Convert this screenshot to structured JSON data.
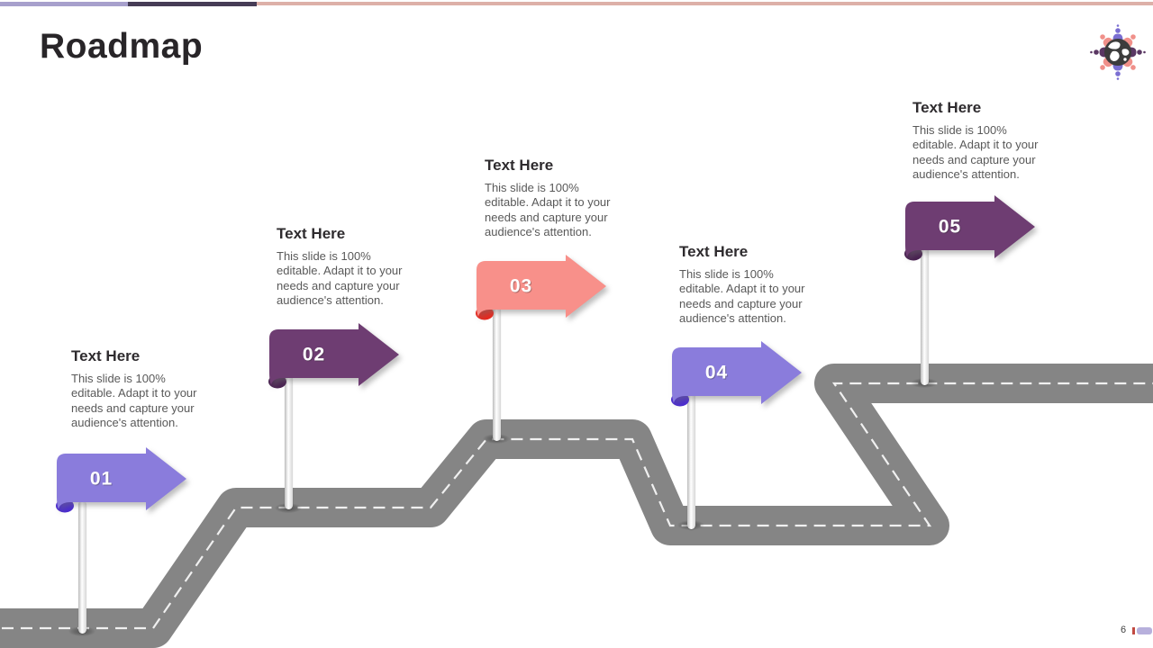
{
  "slide": {
    "title": "Roadmap"
  },
  "top_bar": {
    "segments": [
      {
        "name": "accent-left",
        "color": "#A7A0CC"
      },
      {
        "name": "accent-middle",
        "color": "#463C56"
      },
      {
        "name": "accent-right",
        "color": "#DDB0A8"
      }
    ]
  },
  "road": {
    "color": "#858585",
    "dash_color": "#F0F0F0"
  },
  "milestones": [
    {
      "number": "01",
      "heading": "Text Here",
      "description": "This slide is 100% editable. Adapt it to your needs and capture your audience's attention.",
      "arrow_color": "#8A7CDC",
      "fold_color": "#4A2BD0"
    },
    {
      "number": "02",
      "heading": "Text Here",
      "description": "This slide is 100% editable. Adapt it to your needs and capture your audience's attention.",
      "arrow_color": "#6E3D72",
      "fold_color": "#482050"
    },
    {
      "number": "03",
      "heading": "Text Here",
      "description": "This slide is 100% editable. Adapt it to your needs and capture your audience's attention.",
      "arrow_color": "#F8908A",
      "fold_color": "#E8281E"
    },
    {
      "number": "04",
      "heading": "Text Here",
      "description": "This slide is 100% editable. Adapt it to your needs and capture your audience's attention.",
      "arrow_color": "#8A7CDC",
      "fold_color": "#4A2BD0"
    },
    {
      "number": "05",
      "heading": "Text Here",
      "description": "This slide is 100% editable. Adapt it to your needs and capture your audience's attention.",
      "arrow_color": "#6E3D72",
      "fold_color": "#482050"
    }
  ],
  "logo": {
    "globe_color": "#3C3C3C",
    "land_color": "#FFFFFF",
    "person_colors": {
      "north_south": "#7A6ED2",
      "east_west": "#5A3763",
      "diagonal": "#F0908A"
    }
  },
  "footer": {
    "page_number": "6",
    "tick_color": "#C14A42",
    "bar_color": "#B7B0DC"
  }
}
